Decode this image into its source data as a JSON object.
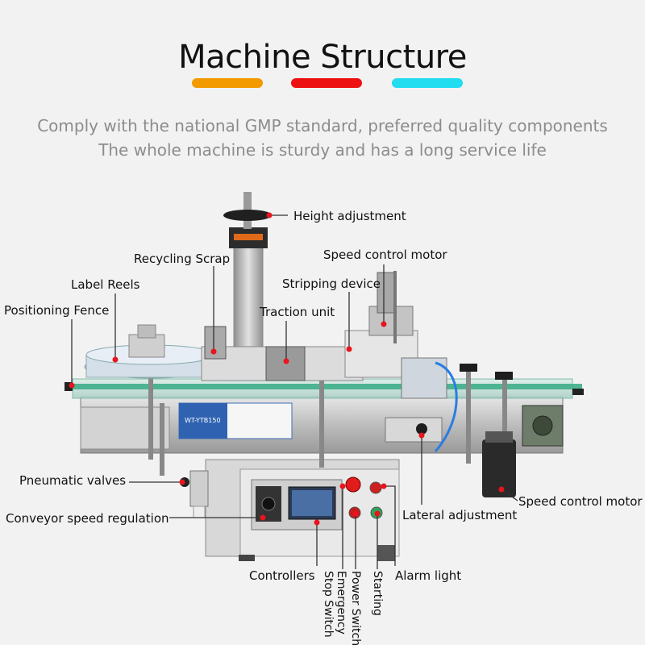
{
  "header": {
    "title": "Machine Structure",
    "accent_colors": [
      "#f29a00",
      "#ee1111",
      "#22dcf0"
    ],
    "subtitle_1": "Comply with the national GMP standard, preferred quality components",
    "subtitle_2": "The whole machine is sturdy and has a long service life"
  },
  "labels": {
    "height_adjustment": "Height adjustment",
    "speed_control_motor_top": "Speed control motor",
    "recycling_scrap": "Recycling Scrap",
    "stripping_device": "Stripping device",
    "label_reels": "Label Reels",
    "traction_unit": "Traction unit",
    "positioning_fence": "Positioning Fence",
    "pneumatic_valves": "Pneumatic valves",
    "conveyor_speed_regulation": "Conveyor speed regulation",
    "lateral_adjustment": "Lateral adjustment",
    "speed_control_motor_right": "Speed control motor",
    "controllers": "Controllers",
    "emergency_stop_1": "Emergency",
    "emergency_stop_2": "Stop Switch",
    "power_switch": "Power Switch",
    "starting": "Starting",
    "alarm_light": "Alarm light"
  },
  "machine_plate": {
    "model": "WT-YTB150"
  },
  "colors": {
    "marker": "#e8141e",
    "leader": "#333333",
    "frame": "#c9c9c9",
    "conveyor_rail": "#3fae8a"
  }
}
